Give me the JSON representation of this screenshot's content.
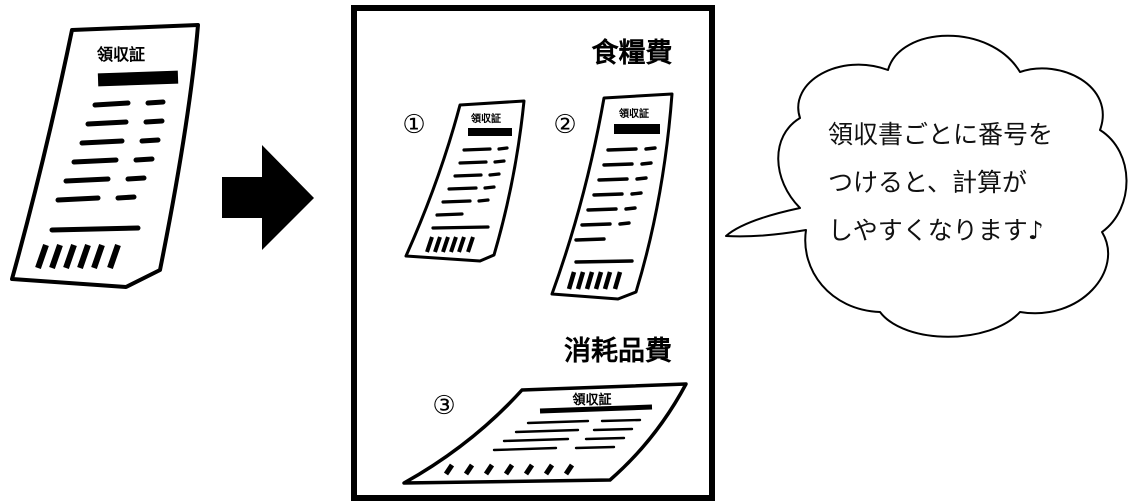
{
  "receipt_title": "領収証",
  "ledger": {
    "food_category": "食糧費",
    "supplies_category": "消耗品費",
    "receipt_numbers": [
      "①",
      "②",
      "③"
    ]
  },
  "speech_bubble": {
    "lines": [
      "領収書ごとに番号を",
      "つけると、計算が",
      "しやすくなります♪"
    ]
  },
  "icons": {
    "arrow": "arrow-right-icon",
    "receipt": "receipt-icon",
    "bubble": "speech-bubble-icon"
  }
}
